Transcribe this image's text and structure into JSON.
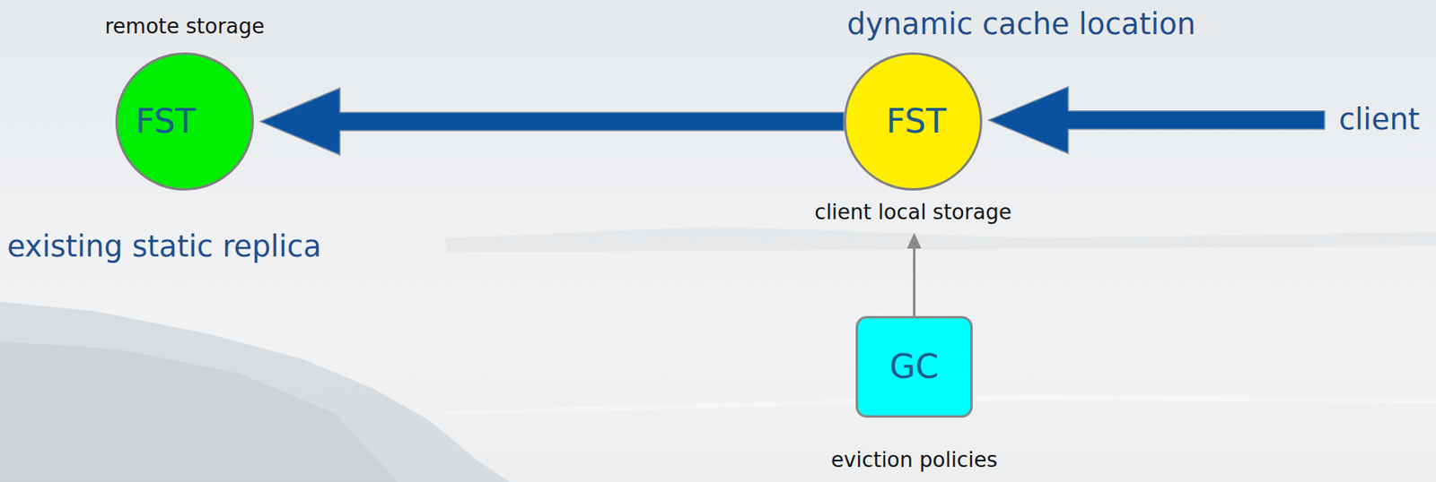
{
  "diagram": {
    "nodes": [
      {
        "text": [
          "remote storage",
          "FST"
        ]
      },
      {
        "text": [
          "FST",
          "client local storage"
        ]
      },
      {
        "text": [
          "client"
        ]
      },
      {
        "text": [
          "GC",
          "eviction policies"
        ]
      }
    ],
    "edges": [
      {
        "from": 1,
        "to": 0,
        "arrow": "to"
      },
      {
        "from": 2,
        "to": 1,
        "arrow": "to"
      },
      {
        "from": 3,
        "to": 1,
        "arrow": "to"
      }
    ],
    "labels": [
      "dynamic cache location",
      "existing static replica"
    ]
  }
}
